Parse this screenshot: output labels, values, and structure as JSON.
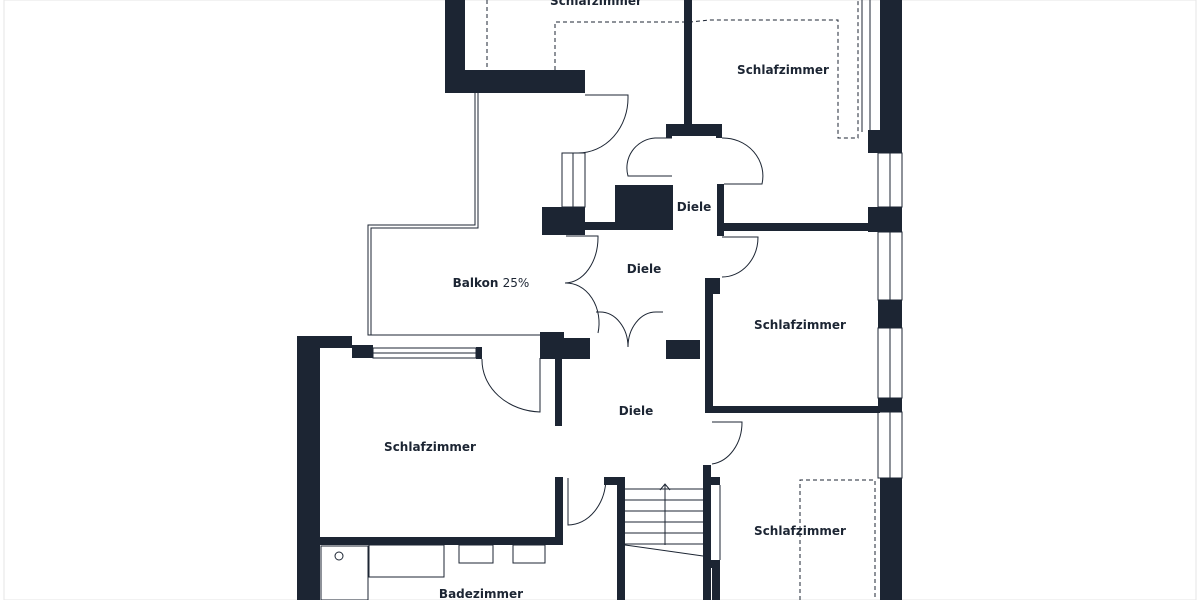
{
  "colors": {
    "wall": "#1c2533",
    "background": "#ffffff"
  },
  "rooms": [
    {
      "name": "Schlafzimmer"
    },
    {
      "name": "Schlafzimmer"
    },
    {
      "name": "Diele"
    },
    {
      "name": "Diele"
    },
    {
      "name": "Balkon",
      "share": "25%"
    },
    {
      "name": "Schlafzimmer"
    },
    {
      "name": "Diele"
    },
    {
      "name": "Schlafzimmer"
    },
    {
      "name": "Schlafzimmer"
    },
    {
      "name": "Badezimmer"
    }
  ]
}
